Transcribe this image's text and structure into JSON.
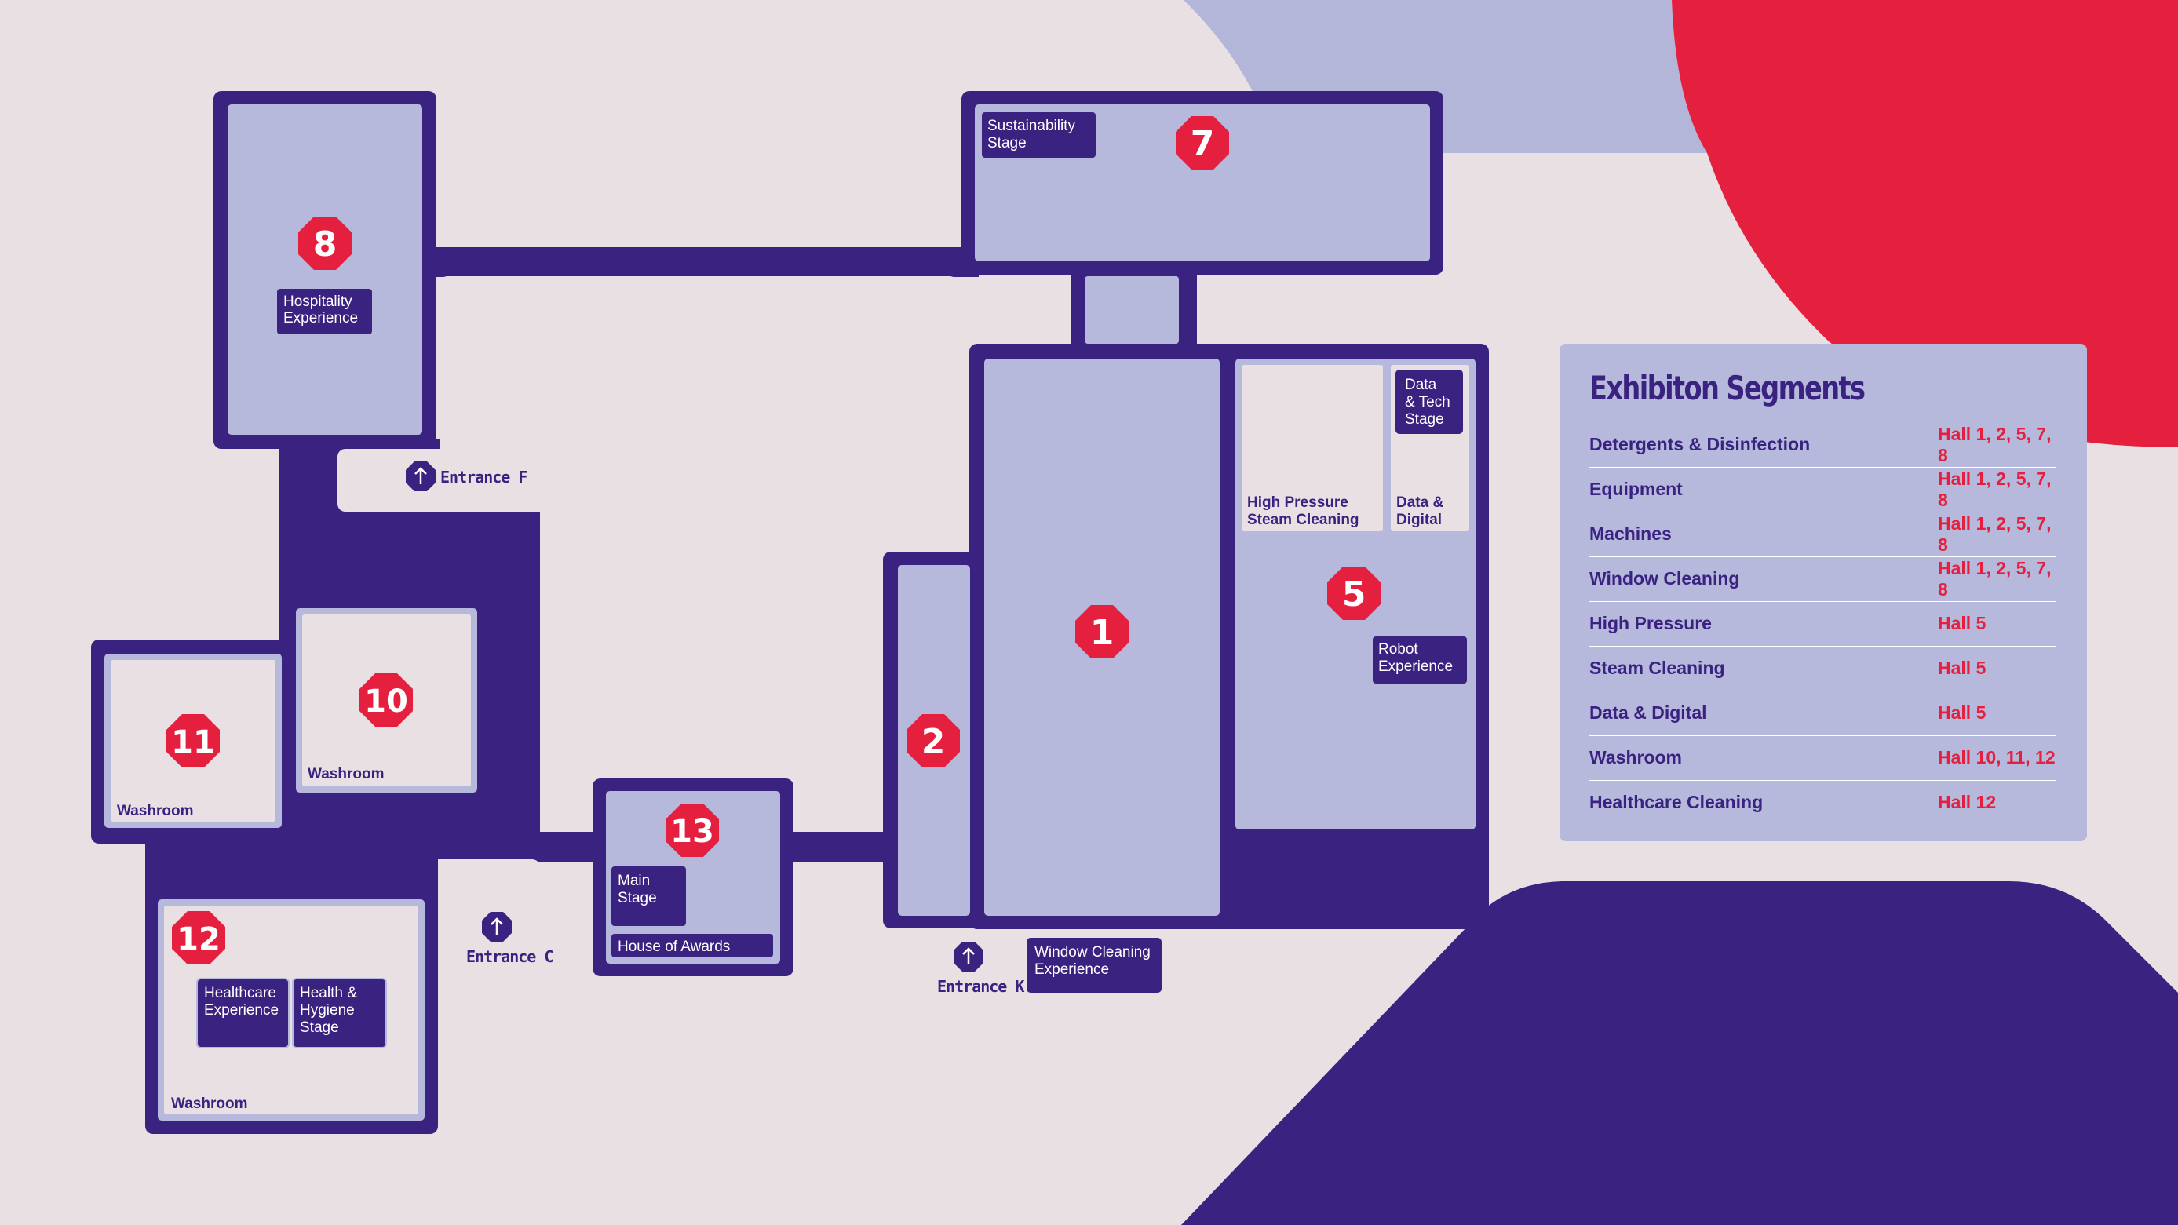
{
  "colors": {
    "background": "#e8e0e3",
    "hall_fill": "#b6b8dc",
    "wall": "#3a2280",
    "badge": "#e5203f",
    "washroom_fill": "#e8e0e3",
    "accent_blob": "#b4b6d9"
  },
  "halls": [
    {
      "number": "1",
      "name": "hall-1"
    },
    {
      "number": "2",
      "name": "hall-2"
    },
    {
      "number": "5",
      "name": "hall-5"
    },
    {
      "number": "7",
      "name": "hall-7"
    },
    {
      "number": "8",
      "name": "hall-8"
    },
    {
      "number": "10",
      "name": "hall-10"
    },
    {
      "number": "11",
      "name": "hall-11"
    },
    {
      "number": "12",
      "name": "hall-12"
    },
    {
      "number": "13",
      "name": "hall-13"
    }
  ],
  "areas": {
    "sustainability_stage": [
      "Sustainability",
      "Stage"
    ],
    "hospitality_experience": [
      "Hospitality",
      "Experience"
    ],
    "data_tech_stage": [
      "Data",
      "& Tech",
      "Stage"
    ],
    "high_pressure_steam": [
      "High Pressure",
      "Steam Cleaning"
    ],
    "data_digital": [
      "Data &",
      "Digital"
    ],
    "robot_experience": [
      "Robot",
      "Experience"
    ],
    "window_cleaning_experience": [
      "Window Cleaning",
      "Experience"
    ],
    "main_stage": [
      "Main",
      "Stage"
    ],
    "house_of_awards": "House of Awards",
    "healthcare_experience": [
      "Healthcare",
      "Experience"
    ],
    "health_hygiene_stage": [
      "Health &",
      "Hygiene",
      "Stage"
    ],
    "washroom_10": "Washroom",
    "washroom_11": "Washroom",
    "washroom_12": "Washroom"
  },
  "entrances": {
    "f": "Entrance F",
    "c": "Entrance C",
    "k": "Entrance K"
  },
  "legend": {
    "title": "Exhibiton Segments",
    "rows": [
      {
        "segment": "Detergents & Disinfection",
        "halls": "Hall 1, 2, 5, 7, 8"
      },
      {
        "segment": "Equipment",
        "halls": "Hall 1, 2, 5, 7, 8"
      },
      {
        "segment": "Machines",
        "halls": "Hall 1, 2, 5, 7, 8"
      },
      {
        "segment": "Window Cleaning",
        "halls": "Hall 1, 2, 5, 7, 8"
      },
      {
        "segment": "High Pressure",
        "halls": "Hall 5"
      },
      {
        "segment": "Steam Cleaning",
        "halls": "Hall 5"
      },
      {
        "segment": "Data & Digital",
        "halls": "Hall 5"
      },
      {
        "segment": "Washroom",
        "halls": "Hall 10, 11, 12"
      },
      {
        "segment": "Healthcare Cleaning",
        "halls": "Hall 12"
      }
    ]
  }
}
